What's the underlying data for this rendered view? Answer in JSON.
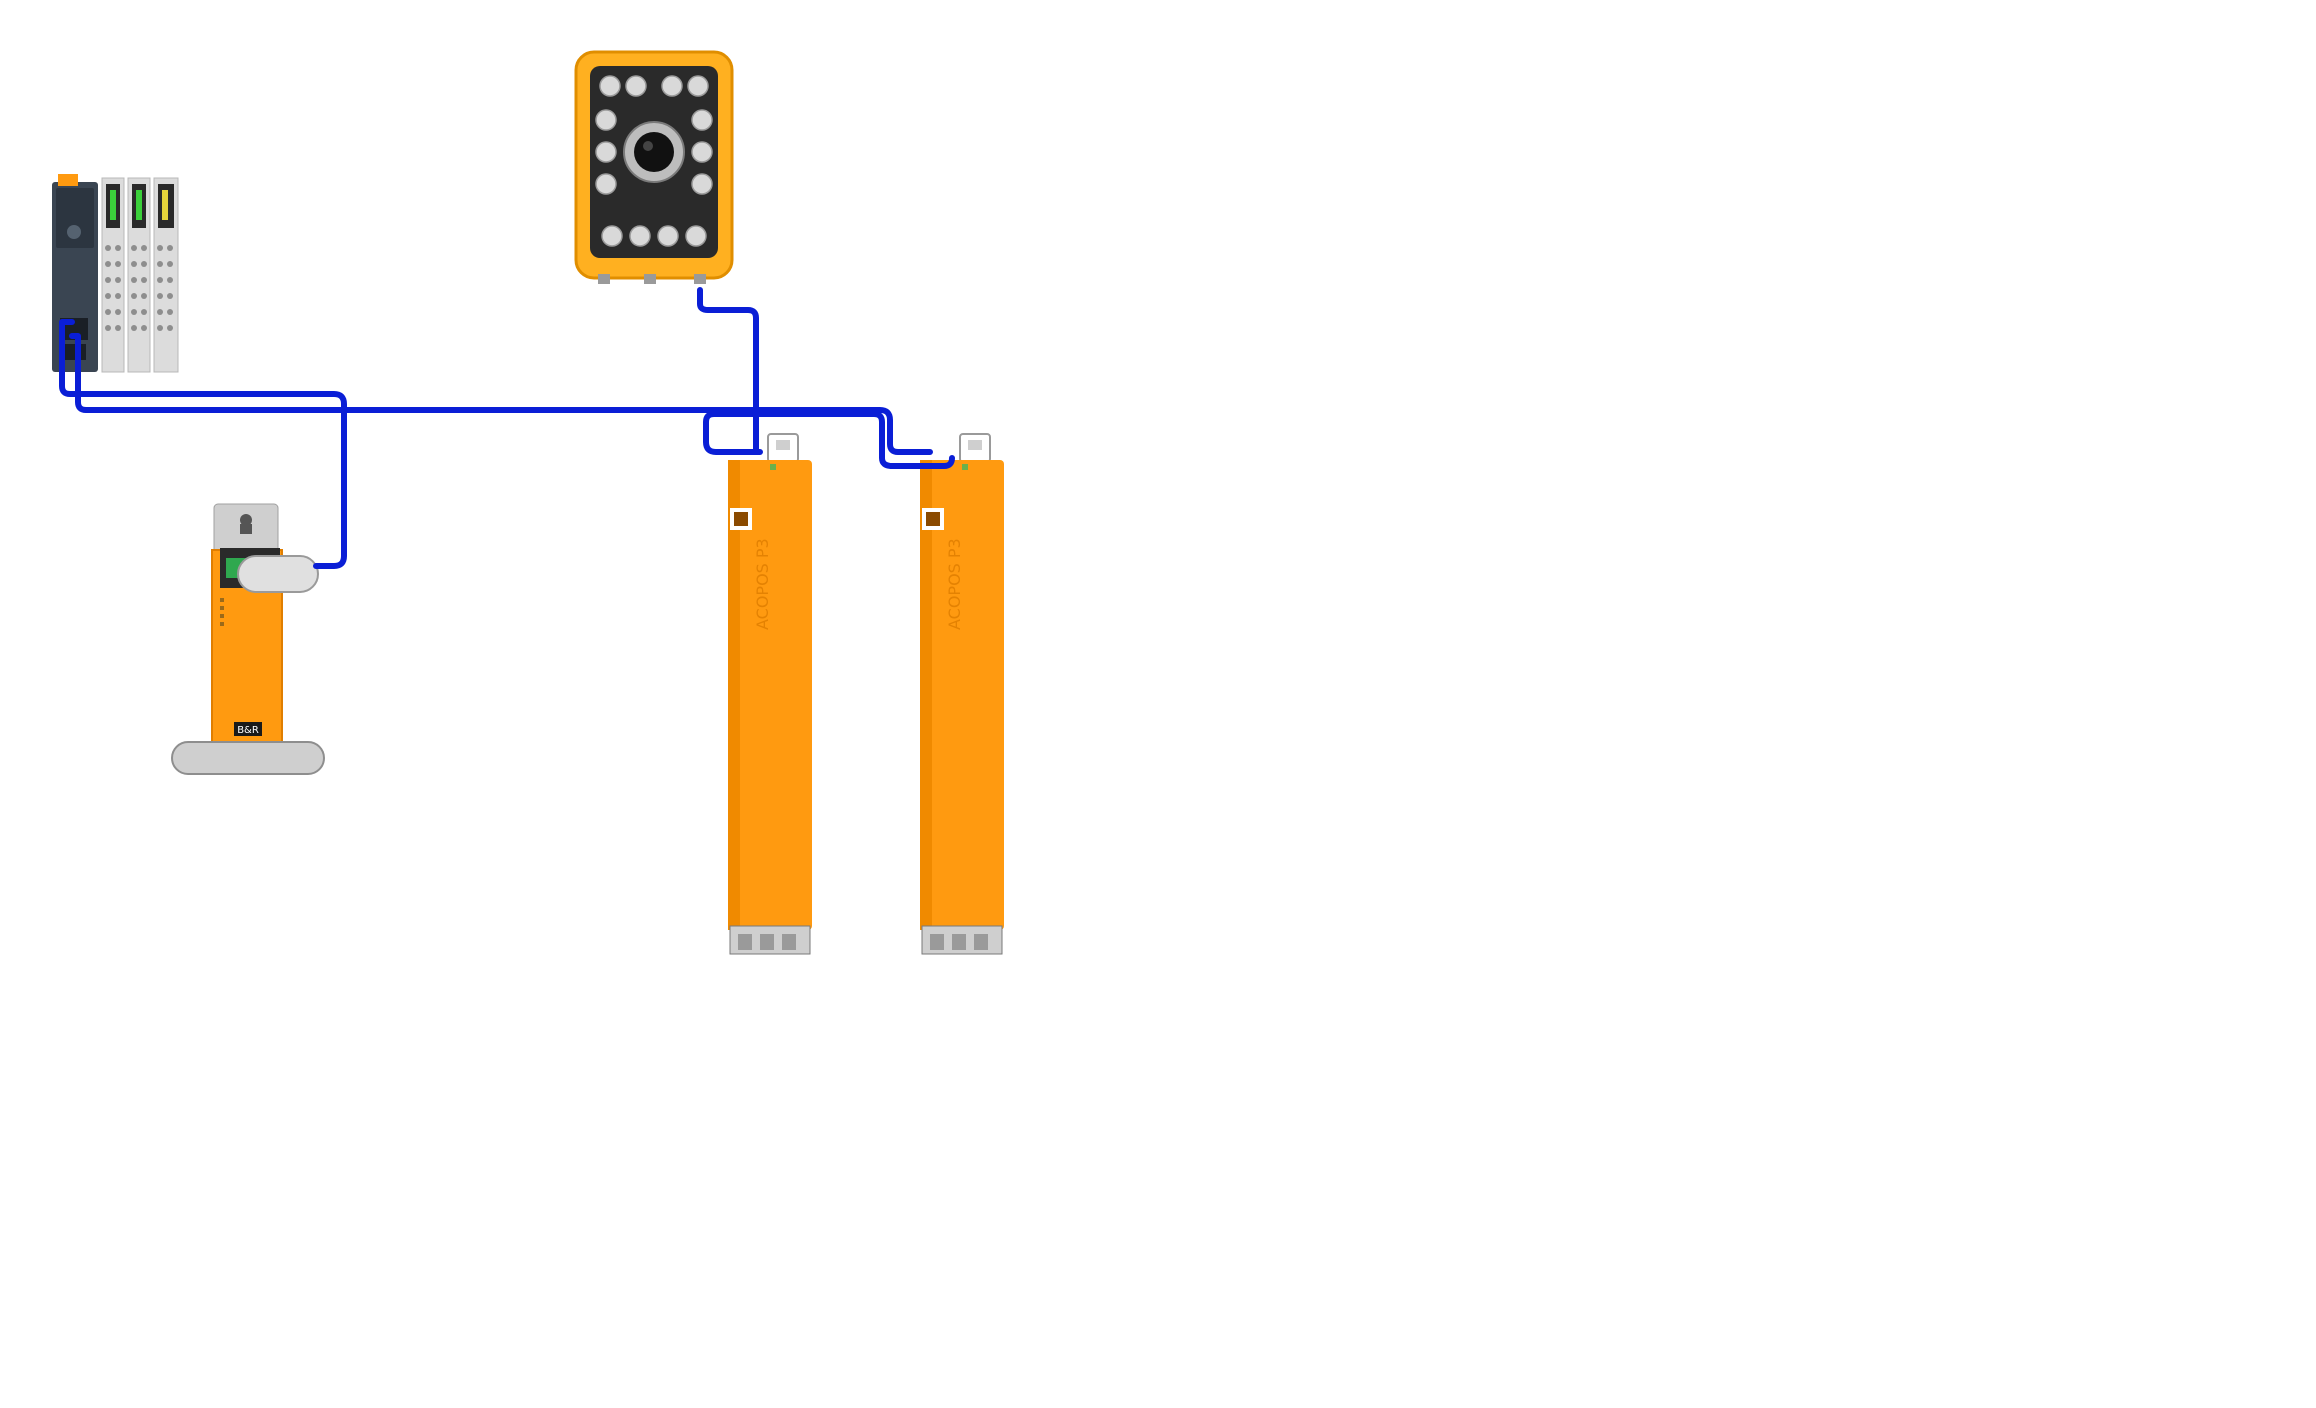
{
  "canvas": {
    "background": "#ffffff"
  },
  "colors": {
    "cable": "#0a1ed6",
    "device_orange": "#ff9a10",
    "device_orange_dark": "#e07e00",
    "device_grey": "#d8d8d8",
    "plc_dark": "#3a4552",
    "status_brown": "#8a4a00",
    "camera_yellow": "#ffb020"
  },
  "devices": {
    "plc": {
      "icon": "plc-controller-icon"
    },
    "camera": {
      "icon": "smart-camera-icon"
    },
    "hub": {
      "icon": "network-hub-module-icon",
      "badge": "B&R"
    },
    "drive_1": {
      "icon": "servo-drive-icon",
      "side_text": "ACOPOS P3"
    },
    "drive_2": {
      "icon": "servo-drive-icon",
      "side_text": "ACOPOS P3"
    }
  }
}
